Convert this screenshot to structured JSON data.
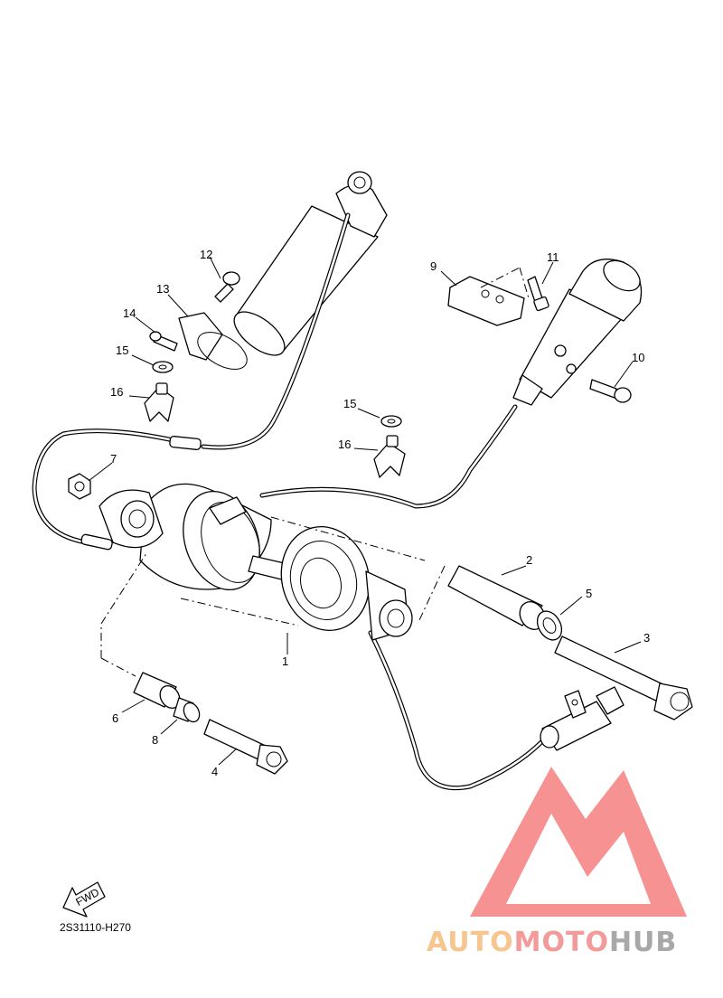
{
  "diagram": {
    "code": "2S31110-H270",
    "fwd_label": "FWD",
    "callouts": [
      "1",
      "2",
      "3",
      "4",
      "5",
      "6",
      "7",
      "8",
      "9",
      "10",
      "11",
      "12",
      "13",
      "14",
      "15",
      "16",
      "15",
      "16"
    ]
  },
  "watermark": {
    "part1": "AUTO",
    "part2": "MOTO",
    "part3": "HUB",
    "color_auto": "#f7c58f",
    "color_moto": "#f39a9a",
    "color_hub": "#a8a8a8",
    "logo_color": "#f47f7f"
  }
}
